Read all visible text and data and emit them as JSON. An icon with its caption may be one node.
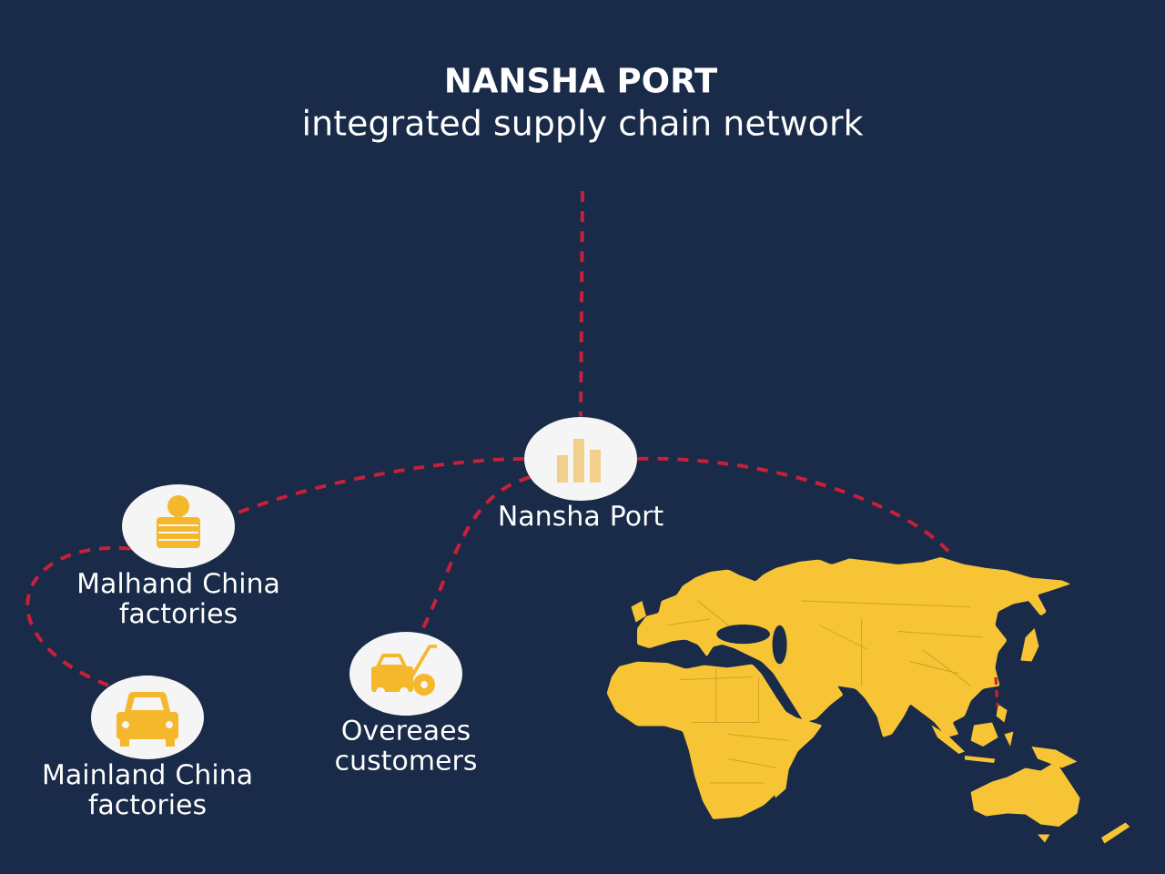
{
  "diagram": {
    "title": "NANSHA PORT",
    "nodes": [
      {
        "text": [
          "Nansha Port"
        ]
      },
      {
        "text": [
          "Malhand China factories"
        ]
      },
      {
        "text": [
          "Mainland China factories"
        ]
      },
      {
        "text": [
          "Overeaes customers"
        ]
      },
      {
        "text": [],
        "shape": "picture"
      }
    ],
    "edges": [
      {
        "from": null,
        "to": 0,
        "arrow": "none",
        "style": "dashed"
      },
      {
        "from": 0,
        "to": 1,
        "arrow": "none",
        "style": "dashed"
      },
      {
        "from": 1,
        "to": 2,
        "arrow": "none",
        "style": "dashed"
      },
      {
        "from": 0,
        "to": 3,
        "arrow": "none",
        "style": "dashed"
      },
      {
        "from": 0,
        "to": 4,
        "arrow": "none",
        "style": "dashed"
      }
    ],
    "labels": [
      "integrated supply chain network"
    ]
  }
}
